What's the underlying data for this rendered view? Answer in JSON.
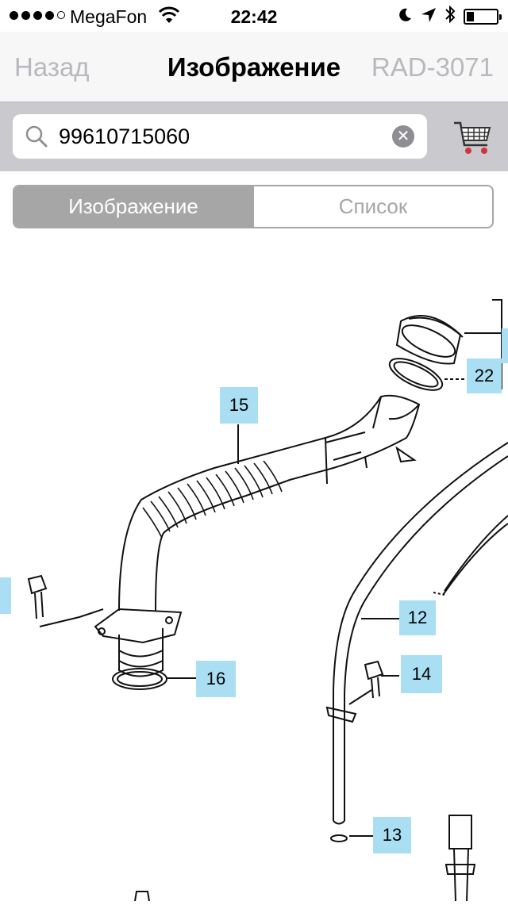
{
  "status_bar": {
    "carrier": "MegaFon",
    "time": "22:42",
    "signal_bars": 4,
    "battery_level": 0.25
  },
  "nav": {
    "back_label": "Назад",
    "title": "Изображение",
    "right_label": "RAD-3071"
  },
  "search": {
    "value": "99610715060"
  },
  "segments": {
    "image_label": "Изображение",
    "list_label": "Список",
    "selected": "image"
  },
  "diagram": {
    "callouts": [
      "22",
      "15",
      "12",
      "14",
      "16",
      "13"
    ]
  },
  "colors": {
    "callout": "#a9def3",
    "segment_active": "#a6a6a6",
    "nav_inactive": "#b8b8be",
    "searchbar_bg": "#c9c9ce",
    "cart_red": "#d0343c"
  }
}
